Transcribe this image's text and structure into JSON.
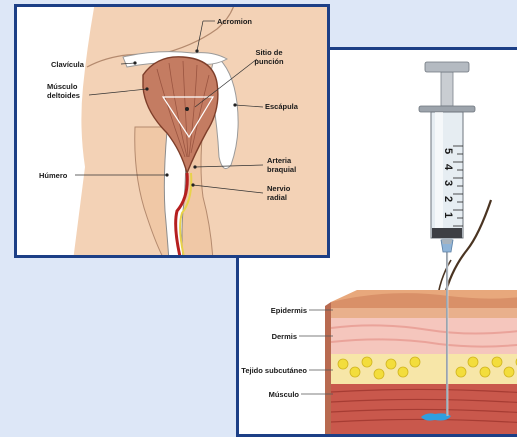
{
  "shoulder_diagram": {
    "labels": {
      "acromion": "Acromion",
      "injection_site_line1": "Sitio de",
      "injection_site_line2": "punción",
      "clavicle": "Clavícula",
      "deltoid_line1": "Músculo",
      "deltoid_line2": "deltoides",
      "scapula": "Escápula",
      "humerus": "Húmero",
      "brachial_artery_line1": "Arteria",
      "brachial_artery_line2": "braquial",
      "radial_nerve_line1": "Nervio",
      "radial_nerve_line2": "radial"
    }
  },
  "injection_diagram": {
    "syringe_scale": [
      "5",
      "4",
      "3",
      "2",
      "1"
    ],
    "layers": {
      "epidermis": "Epidermis",
      "dermis": "Dermis",
      "subcutaneous": "Tejido subcutáneo",
      "muscle": "Músculo"
    }
  },
  "colors": {
    "frame": "#1c3f86",
    "background": "#dde7f7",
    "skin": "#f2c9a8",
    "muscle": "#c47c62",
    "artery": "#b51f1f",
    "nerve": "#e8d24a",
    "fat": "#f3dd3c"
  }
}
